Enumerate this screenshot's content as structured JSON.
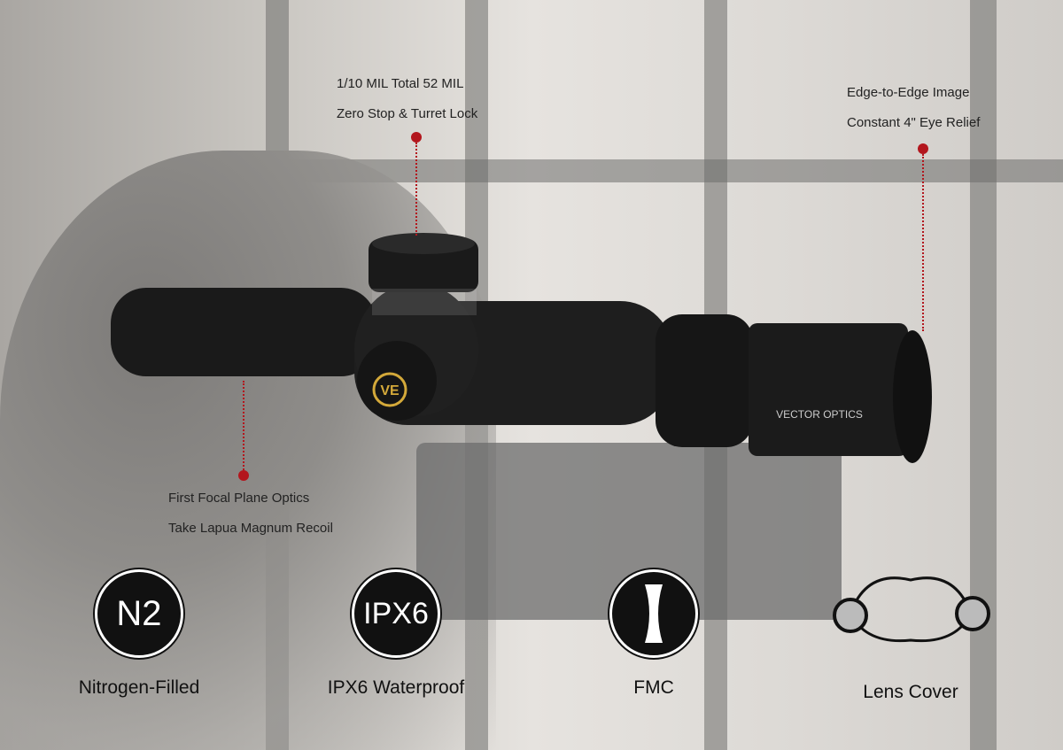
{
  "brand": "VECTOR OPTICS",
  "callouts": [
    {
      "lines": [
        "1/10 MIL Total 52 MIL",
        "Zero Stop & Turret Lock"
      ]
    },
    {
      "lines": [
        "Edge-to-Edge Image",
        "Constant 4\" Eye Relief"
      ]
    },
    {
      "lines": [
        "First Focal Plane Optics",
        "Take Lapua Magnum Recoil"
      ]
    }
  ],
  "features": [
    {
      "icon": "nitrogen-icon",
      "glyph": "N2",
      "label": "Nitrogen-Filled"
    },
    {
      "icon": "waterproof-icon",
      "glyph": "IPX6",
      "label": "IPX6 Waterproof"
    },
    {
      "icon": "lens-coating-icon",
      "glyph": "",
      "label": "FMC"
    },
    {
      "icon": "lens-cover-icon",
      "glyph": "",
      "label": "Lens Cover"
    }
  ],
  "colors": {
    "accent": "#b3161d",
    "scope": "#1a1a1a",
    "logo": "#d4a93a"
  }
}
